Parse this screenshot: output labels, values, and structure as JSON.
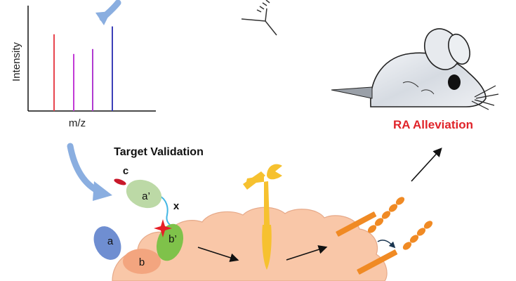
{
  "spectrum": {
    "ylabel": "Intensity",
    "xlabel": "m/z",
    "peaks": [
      {
        "position": 1,
        "intensity": 0.78,
        "color": "#e8444e"
      },
      {
        "position": 2,
        "intensity": 0.58,
        "color": "#c23ad6"
      },
      {
        "position": 3,
        "intensity": 0.63,
        "color": "#b03ad0"
      },
      {
        "position": 4,
        "intensity": 0.86,
        "color": "#3c3fb8"
      }
    ]
  },
  "labels": {
    "target_validation": "Target Validation",
    "ra_alleviation": "RA Alleviation",
    "protein_a": "a",
    "protein_b": "b",
    "protein_a_prime": "a’",
    "protein_b_prime": "b’",
    "protein_c": "c",
    "linker_x": "x"
  },
  "colors": {
    "ra_text": "#e0242a",
    "arrow_blue": "#8aaee0",
    "cell": "#f9c7a8",
    "receptor": "#f6c12f",
    "chain": "#f08a24",
    "protein_a": "#6f8ed1",
    "protein_b": "#f3a57f",
    "protein_a_prime": "#bcd9a6",
    "protein_b_prime": "#7fc24a",
    "cap_c": "#c8182a",
    "star": "#e61f27",
    "linker": "#42b6e4"
  }
}
